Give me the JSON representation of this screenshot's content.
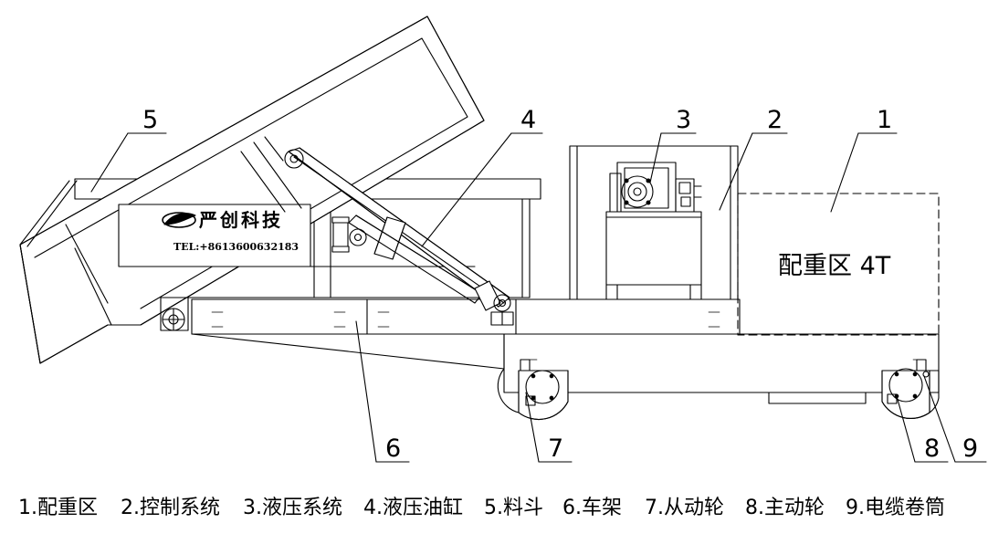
{
  "callouts": [
    "1",
    "2",
    "3",
    "4",
    "5",
    "6",
    "7",
    "8",
    "9"
  ],
  "zone_label": "配重区 4T",
  "brand": {
    "name": "严创科技",
    "tel": "TEL:+8613600632183"
  },
  "legend": [
    "1.配重区",
    "2.控制系统",
    "3.液压系统",
    "4.液压油缸",
    "5.料斗",
    "6.车架",
    "7.从动轮",
    "8.主动轮",
    "9.电缆卷筒"
  ]
}
